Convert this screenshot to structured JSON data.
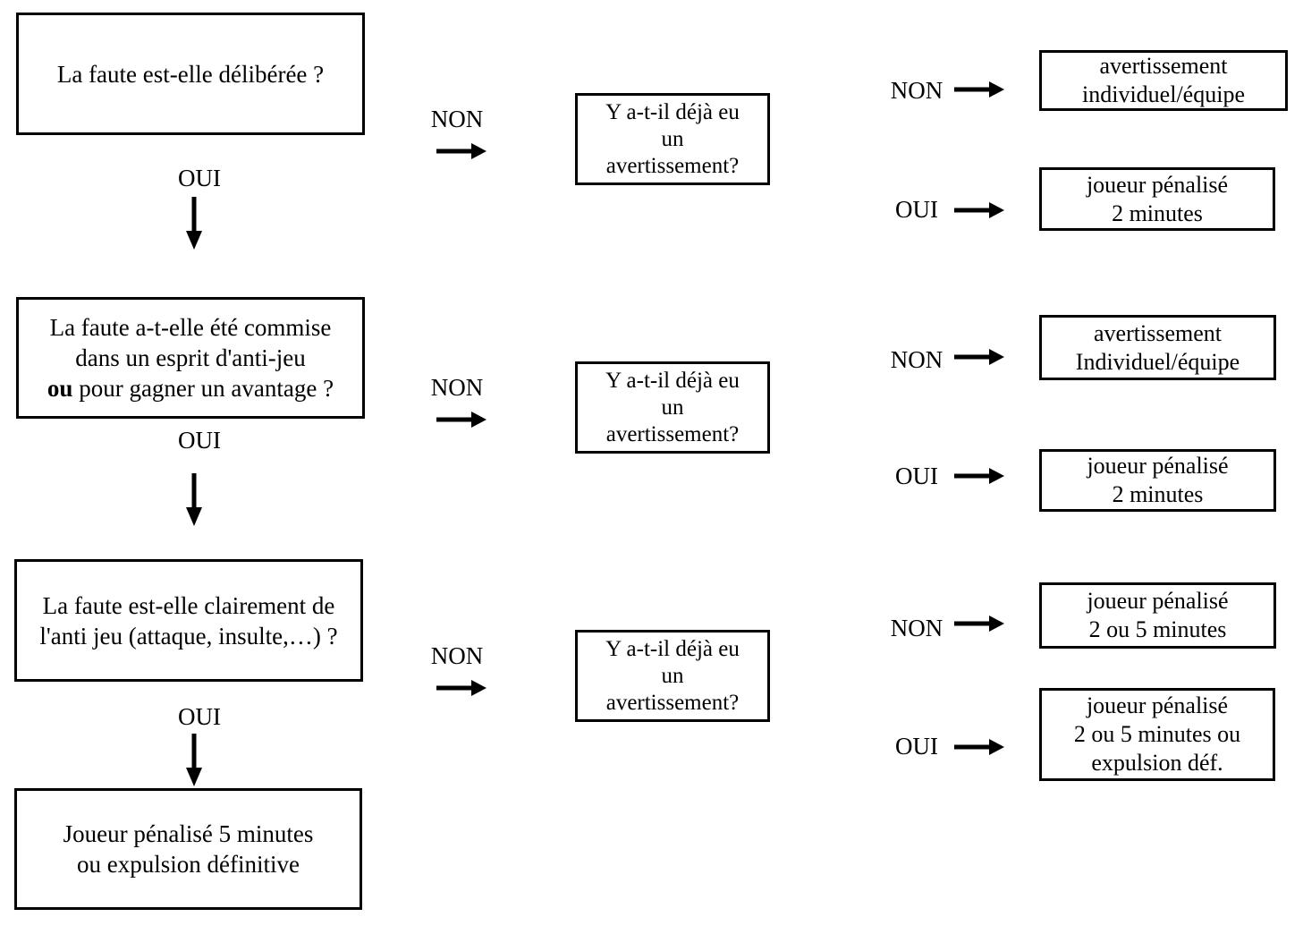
{
  "labels": {
    "oui": "OUI",
    "non": "NON"
  },
  "colors": {
    "ink": "#000000",
    "background": "#ffffff"
  },
  "flowchart": {
    "questions": {
      "q1": {
        "line1": "La faute est-elle délibérée ?"
      },
      "q2": {
        "line1": "La faute a-t-elle été commise",
        "line2": "dans un esprit d'anti-jeu",
        "line3_bold": "ou",
        "line3_rest": " pour gagner un avantage ?"
      },
      "q3": {
        "line1": "La faute est-elle clairement de",
        "line2": "l'anti jeu (attaque, insulte,…) ?"
      }
    },
    "final": {
      "line1": "Joueur pénalisé 5 minutes",
      "line2": "ou expulsion définitive"
    },
    "warning_check": {
      "line1": "Y a-t-il déjà eu",
      "line2": "un",
      "line3": "avertissement?"
    },
    "outcomes": {
      "r1": {
        "line1": "avertissement",
        "line2": "individuel/équipe"
      },
      "r2": {
        "line1": "joueur pénalisé",
        "line2": "2 minutes"
      },
      "r3": {
        "line1": "avertissement",
        "line2": "Individuel/équipe"
      },
      "r4": {
        "line1": "joueur pénalisé",
        "line2": "2 minutes"
      },
      "r5": {
        "line1": "joueur pénalisé",
        "line2": "2 ou 5 minutes"
      },
      "r6": {
        "line1": "joueur pénalisé",
        "line2": "2 ou 5 minutes ou",
        "line3": "expulsion déf."
      }
    }
  }
}
